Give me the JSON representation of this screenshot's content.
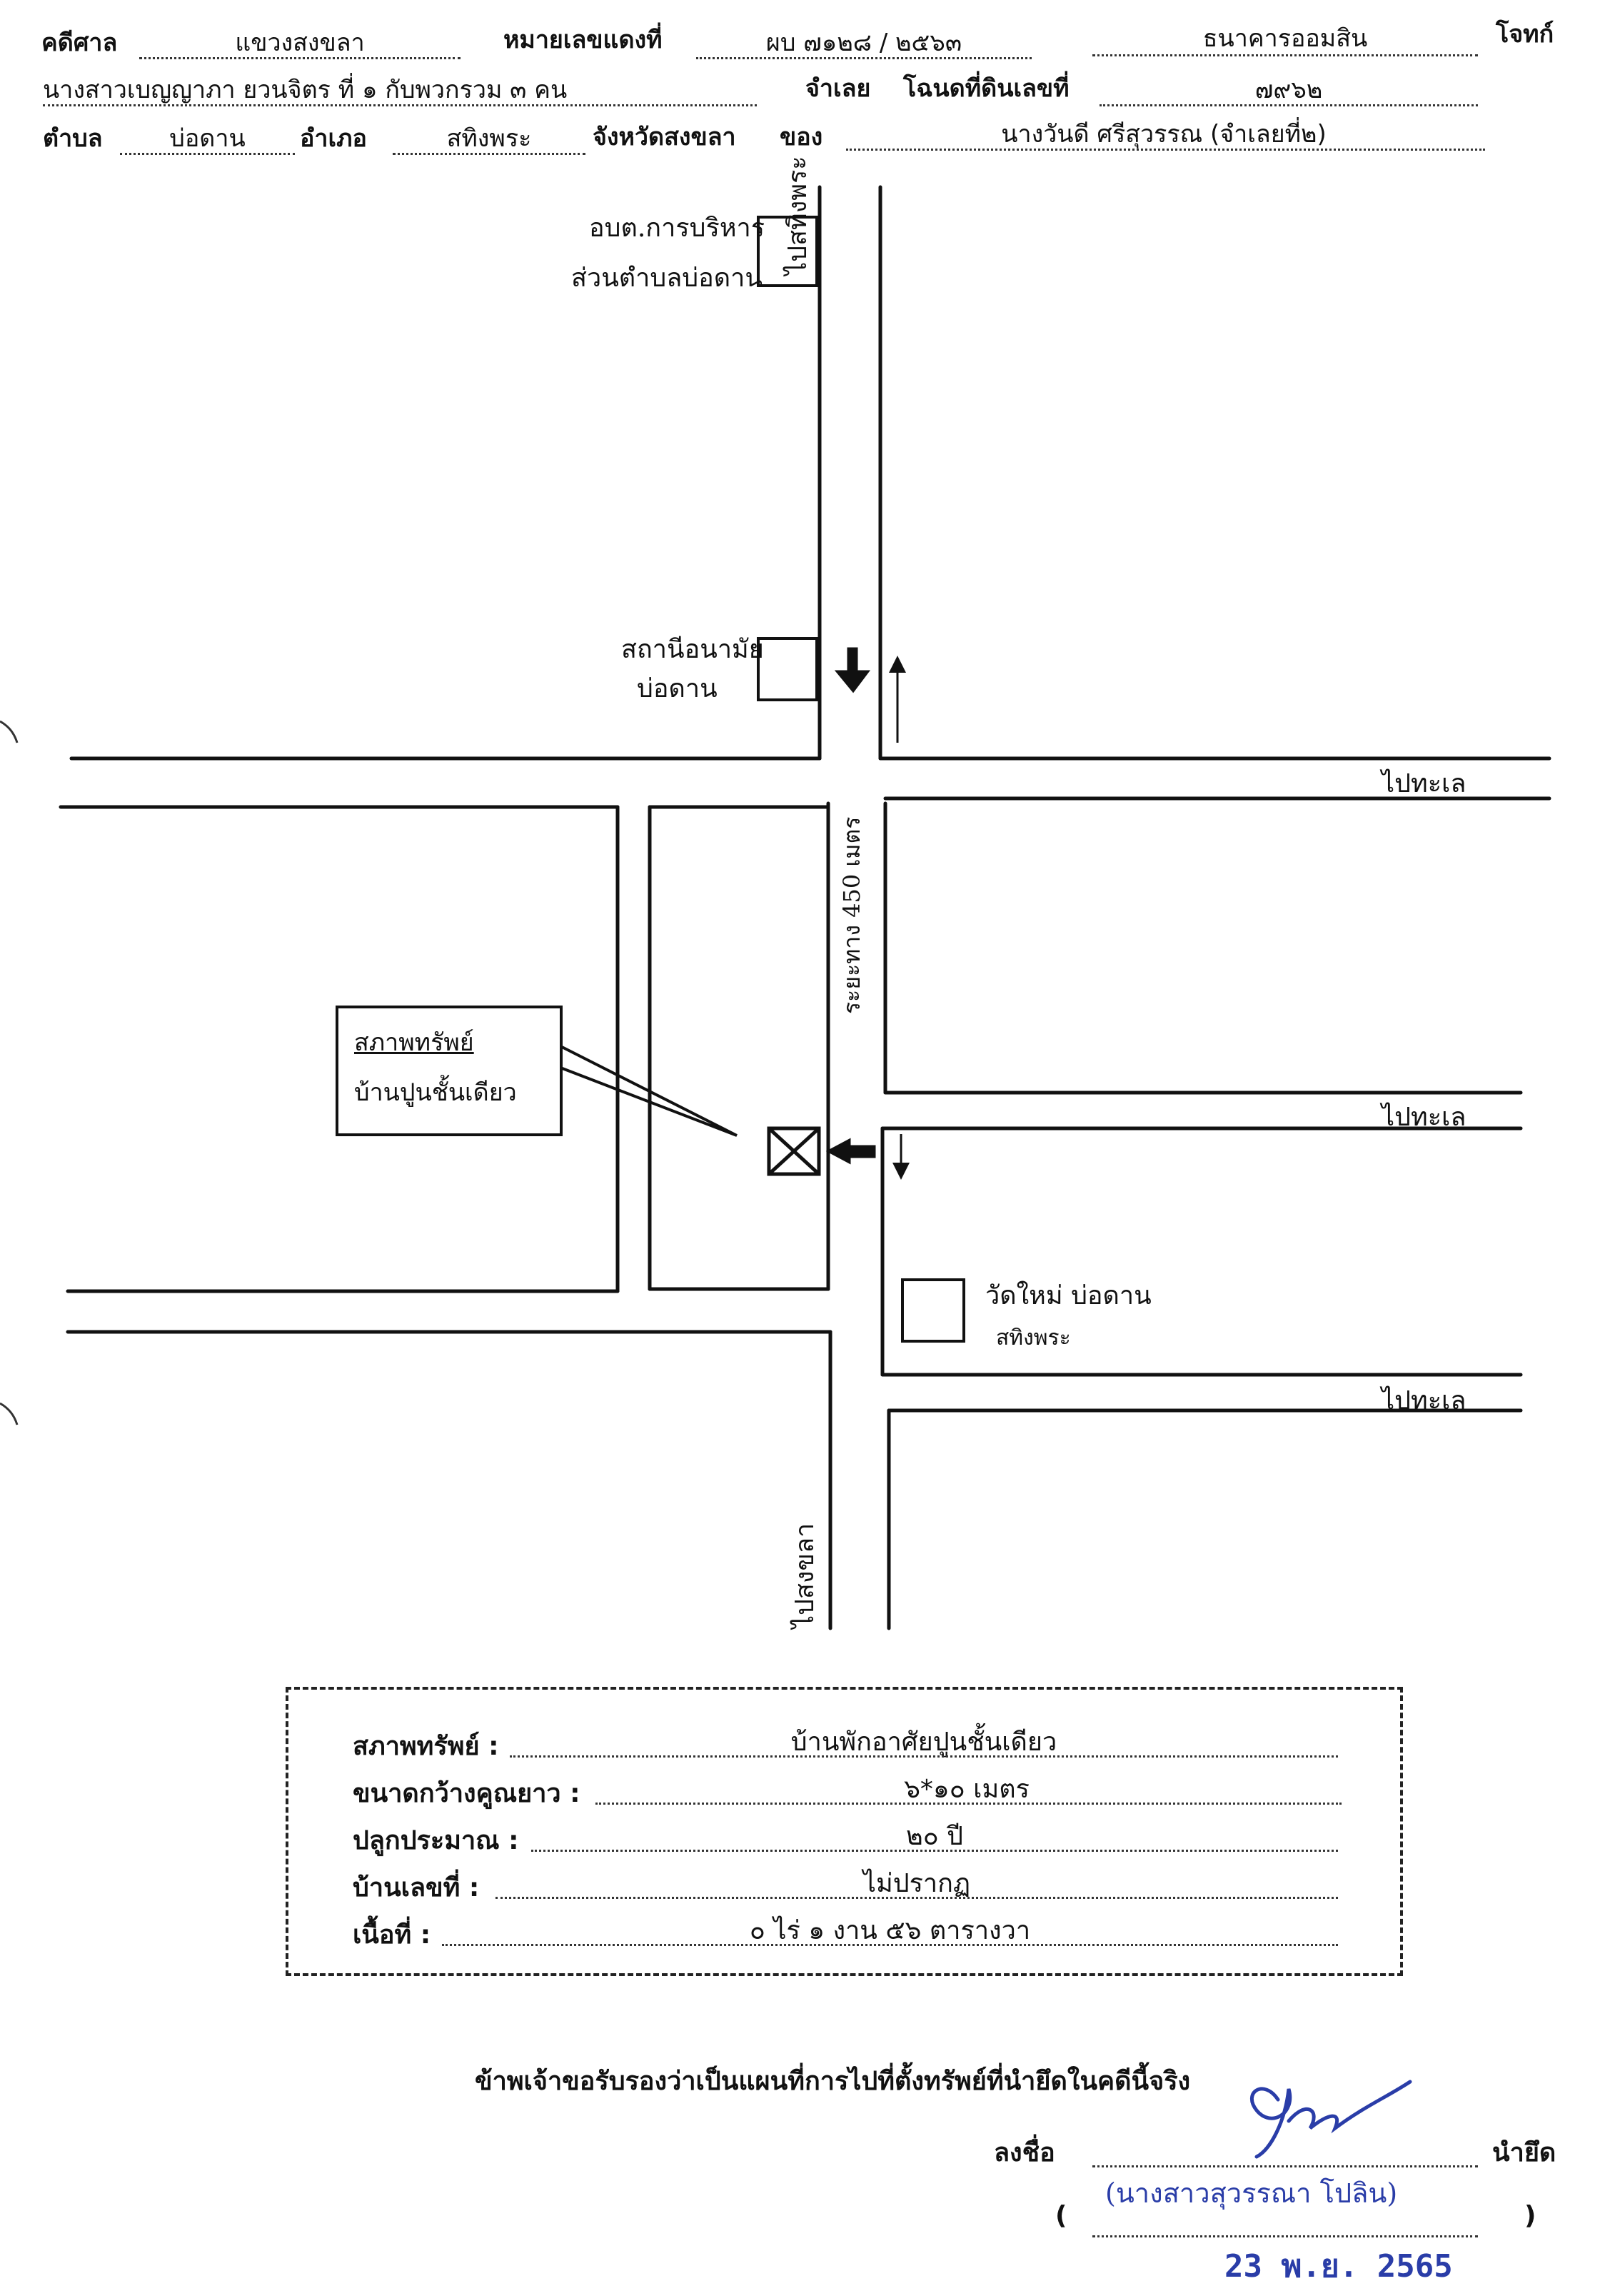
{
  "header": {
    "row1": {
      "court_label": "คดีศาล",
      "court_value": "แขวงสงขลา",
      "case_no_label": "หมายเลขแดงที่",
      "case_no_value": "ผบ ๗๑๒๘ / ๒๕๖๓",
      "plaintiff_value": "ธนาคารออมสิน",
      "plaintiff_label": "โจทก์"
    },
    "row2": {
      "defendant_value": "นางสาวเบญญาภา ยวนจิตร ที่ ๑ กับพวกรวม ๓ คน",
      "defendant_label": "จำเลย",
      "deed_label": "โฉนดที่ดินเลขที่",
      "deed_value": "๗๙๖๒"
    },
    "row3": {
      "subdistrict_label": "ตำบล",
      "subdistrict_value": "บ่อดาน",
      "district_label": "อำเภอ",
      "district_value": "สทิงพระ",
      "province_label": "จังหวัดสงขลา",
      "owner_label": "ของ",
      "owner_value": "นางวันดี ศรีสุวรรณ (จำเลยที่๒)"
    }
  },
  "map": {
    "landmark_tao": [
      "อบต.การบริหาร",
      "ส่วนตำบลบ่อดาน"
    ],
    "landmark_station": [
      "สถานีอนามัย",
      "บ่อดาน"
    ],
    "landmark_temple": [
      "วัดใหม่ บ่อดาน",
      "สทิงพระ"
    ],
    "road_north": "ไปสทิงพระ",
    "road_south": "ไปสงขลา",
    "road_sea_1": "ไปทะเล",
    "road_sea_2": "ไปทะเล",
    "road_sea_3": "ไปทะเล",
    "distance": "ระยะทาง 450 เมตร",
    "callout": [
      "สภาพทรัพย์",
      "บ้านปูนชั้นเดียว"
    ]
  },
  "info": {
    "rows": [
      {
        "label": "สภาพทรัพย์ :",
        "value": "บ้านพักอาศัยปูนชั้นเดียว"
      },
      {
        "label": "ขนาดกว้างคูณยาว :",
        "value": "๖*๑๐ เมตร"
      },
      {
        "label": "ปลูกประมาณ :",
        "value": "๒๐ ปี"
      },
      {
        "label": "บ้านเลขที่ :",
        "value": "ไม่ปรากฏ"
      },
      {
        "label": "เนื้อที่ :",
        "value": "๐ ไร่ ๑ งาน ๕๖ ตารางวา"
      }
    ]
  },
  "footer": {
    "certify": "ข้าพเจ้าขอรับรองว่าเป็นแผนที่การไปที่ตั้งทรัพย์ที่นำยึดในคดีนี้จริง",
    "sign_label": "ลงชื่อ",
    "role": "นำยึด",
    "open_paren": "(",
    "close_paren": ")",
    "signer_name": "(นางสาวสุวรรณา โปลิน)",
    "date": "23 พ.ย. 2565"
  }
}
